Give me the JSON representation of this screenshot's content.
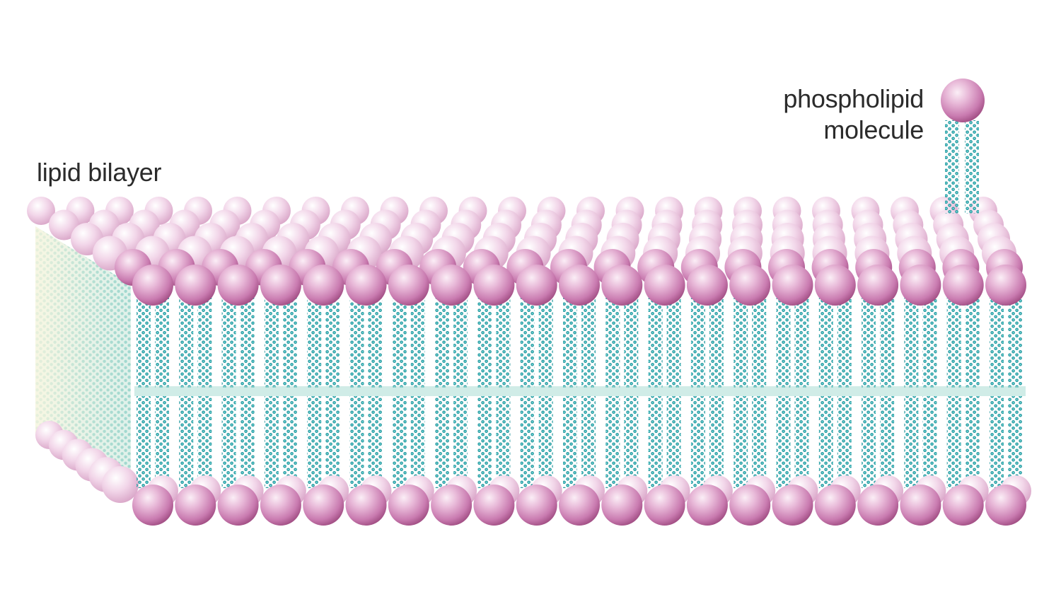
{
  "labels": {
    "bilayer": "lipid bilayer",
    "molecule_line1": "phospholipid",
    "molecule_line2": "molecule"
  },
  "colors": {
    "background": "#ffffff",
    "head_highlight": "#f7e6f1",
    "head_mid": "#d592c0",
    "head_shadow": "#a2477f",
    "tail_dark": "#1f7a80",
    "tail_light": "#4fc6c9",
    "tail_far": "#a9dcd3",
    "label_text": "#2b2b2b"
  },
  "icons": [
    "phospholipid-icon",
    "phosphate-head-icon",
    "fatty-acid-tail-icon"
  ]
}
